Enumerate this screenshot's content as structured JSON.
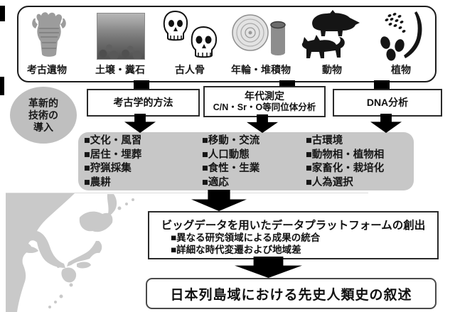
{
  "sources": [
    {
      "label": "考古遺物",
      "icon": "pottery-icon"
    },
    {
      "label": "土壌・糞石",
      "icon": "soil-photo-icon"
    },
    {
      "label": "古人骨",
      "icon": "skulls-icon"
    },
    {
      "label": "年輪・堆積物",
      "icon": "tree-ring-core-icon"
    },
    {
      "label": "動物",
      "icon": "boar-dog-icon"
    },
    {
      "label": "植物",
      "icon": "rice-seeds-icon"
    }
  ],
  "innovation_bubble": {
    "lines": [
      "革新的",
      "技術の",
      "導入"
    ]
  },
  "methods": [
    {
      "lines": [
        "考古学的方法"
      ]
    },
    {
      "lines": [
        "年代測定",
        "C/N・Sr・O等同位体分析"
      ]
    },
    {
      "lines": [
        "DNA分析"
      ]
    }
  ],
  "topics": {
    "columns": [
      {
        "items": [
          "■文化・風習",
          "■居住・埋葬",
          "■狩猟採集",
          "■農耕"
        ]
      },
      {
        "items": [
          "■移動・交流",
          "■人口動態",
          "■食性・生業",
          "■適応"
        ]
      },
      {
        "items": [
          "■古環境",
          "■動物相・植物相",
          "■家畜化・栽培化",
          "■人為選択"
        ]
      }
    ]
  },
  "platform": {
    "title": "ビッグデータを用いたデータプラットフォームの創出",
    "items": [
      "■異なる研究領域による成果の統合",
      "■詳細な時代変遷および地域差"
    ]
  },
  "conclusion": {
    "title": "日本列島域における先史人類史の叙述"
  },
  "colors": {
    "bubble_bg": "#bfbfbf",
    "topics_bg": "#c7c7c7",
    "map_land": "#c9c9c9",
    "arrow": "#000000",
    "border": "#1c1c1c"
  }
}
